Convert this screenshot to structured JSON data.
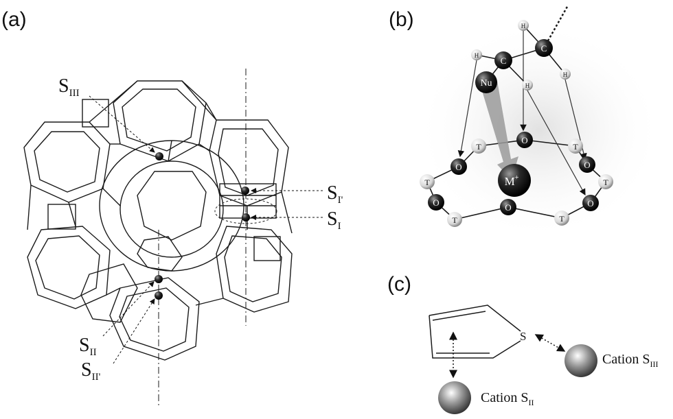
{
  "panels": {
    "a": {
      "label": "(a)",
      "sites": {
        "s3": {
          "main": "S",
          "sub": "III"
        },
        "s1p": {
          "main": "S",
          "sub": "I'"
        },
        "s1": {
          "main": "S",
          "sub": "I"
        },
        "s2": {
          "main": "S",
          "sub": "II"
        },
        "s2p": {
          "main": "S",
          "sub": "II'"
        }
      }
    },
    "b": {
      "label": "(b)",
      "atoms": {
        "H": "H",
        "C": "C",
        "Nu": "Nu",
        "O": "O",
        "T": "T",
        "M": "M",
        "M_sup": "+"
      }
    },
    "c": {
      "label": "(c)",
      "sulfur": "S",
      "cation3": {
        "word": "Cation S",
        "sub": "III"
      },
      "cation2": {
        "word": "Cation S",
        "sub": "II"
      }
    }
  },
  "colors": {
    "line": "#1a1a1a",
    "atom_dark": "#222222",
    "atom_light": "#f2f2f2",
    "arrow_band": "#9a9a9a"
  }
}
